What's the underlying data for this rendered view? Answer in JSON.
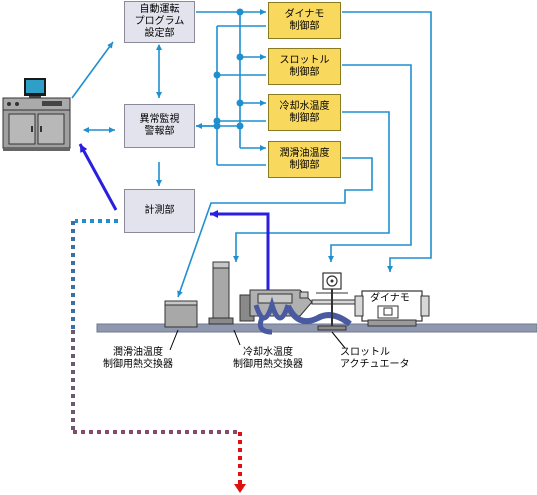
{
  "blocks": {
    "auto_drive": [
      "自動運転",
      "プログラム",
      "設定部"
    ],
    "alarm": [
      "異常監視",
      "警報部"
    ],
    "measure": [
      "計測部"
    ],
    "dyno_ctrl": [
      "ダイナモ",
      "制御部"
    ],
    "throttle_ctrl": [
      "スロットル",
      "制御部"
    ],
    "coolant_ctrl": [
      "冷却水温度",
      "制御部"
    ],
    "oil_ctrl": [
      "潤滑油温度",
      "制御部"
    ]
  },
  "equipment": {
    "dynamo": "ダイナモ"
  },
  "labels": {
    "oil_hx": [
      "潤滑油温度",
      "制御用熱交換器"
    ],
    "coolant_hx": [
      "冷却水温度",
      "制御用熱交換器"
    ],
    "throttle_act": [
      "スロットル",
      "アクチュエータ"
    ]
  },
  "colors": {
    "signal_line": "#1f8fd0",
    "measure_line": "#2a1fe0",
    "control_box": "#f9d85e",
    "logic_box": "#e3e3ee",
    "dotted_start": "#1f8fd0",
    "dotted_end": "#e01010"
  }
}
